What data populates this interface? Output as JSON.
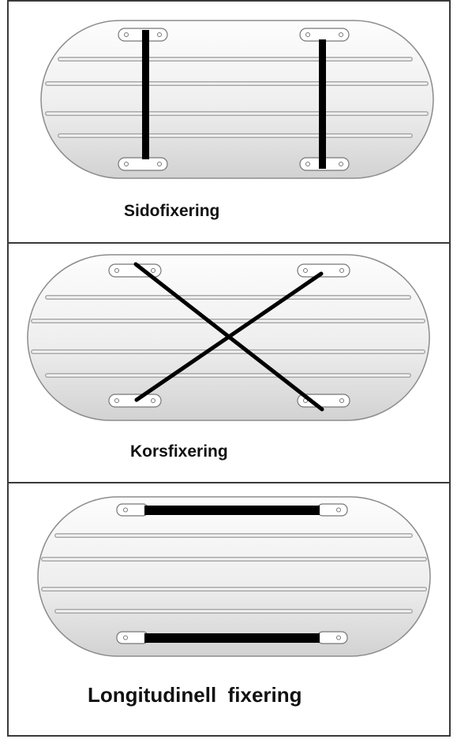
{
  "panels": [
    {
      "caption": "Sidofixering"
    },
    {
      "caption": "Korsfixering"
    },
    {
      "caption": "Longitudinell  fixering"
    }
  ],
  "colors": {
    "border": "#3a3a3a",
    "plate_fill_light": "#fbfbfb",
    "plate_fill_dark": "#d6d6d6",
    "plate_outline": "#8c8c8c",
    "strap": "#000000"
  },
  "icons": {
    "plate": "rounded-oval-platform",
    "bracket": "strap-anchor-bracket"
  }
}
